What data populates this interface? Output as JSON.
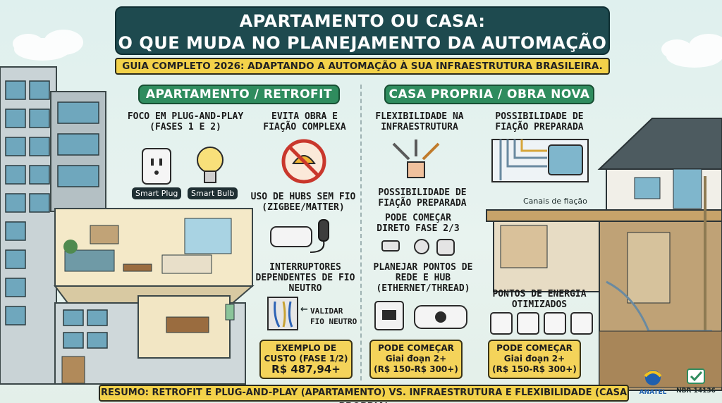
{
  "title_line1": "APARTAMENTO OU CASA:",
  "title_line2": "O QUE MUDA NO PLANEJAMENTO DA AUTOMAÇÃO",
  "subtitle": "GUIA COMPLETO 2026: ADAPTANDO A AUTOMAÇÃO À SUA INFRAESTRUTURA BRASILEIRA.",
  "left": {
    "banner": "APARTAMENTO / RETROFIT",
    "focus": "FOCO EM PLUG-AND-PLAY (FASES 1 E 2)",
    "smart_plug": "Smart Plug",
    "smart_bulb": "Smart Bulb",
    "avoid": "EVITA OBRA E FIAÇÃO COMPLEXA",
    "hubs": "USO DE HUBS SEM FIO (ZIGBEE/MATTER)",
    "switches": "INTERRUPTORES DEPENDENTES DE FIO NEUTRO",
    "validate": "VALIDAR FIO NEUTRO",
    "cost_label": "EXEMPLO DE CUSTO (FASE 1/2)",
    "cost_value": "R$ 487,94+"
  },
  "right": {
    "banner": "CASA PROPRIA / OBRA NOVA",
    "flex": "FLEXIBILIDADE NA INFRAESTRUTURA",
    "wiring_top": "POSSIBILIDADE DE FIAÇÃO PREPARADA",
    "channels": "Canais de fiação",
    "wiring_mid": "POSSIBILIDADE DE FIAÇÃO PREPARADA",
    "start_direct": "PODE COMEÇAR DIRETO FASE 2/3",
    "network": "PLANEJAR PONTOS DE REDE E HUB (ETHERNET/THREAD)",
    "energy": "PONTOS DE ENERGIA OTIMIZADOS",
    "cost1_line1": "PODE COMEÇAR",
    "cost1_line2": "Giai đoạn 2+",
    "cost1_line3": "(R$ 150-R$ 300+)",
    "cost2_line1": "PODE COMEÇAR",
    "cost2_line2": "Giai đoạn 2+",
    "cost2_line3": "(R$ 150-R$ 300+)"
  },
  "summary": "RESUMO: RETROFIT E PLUG-AND-PLAY (APARTAMENTO) VS. INFRAESTRUTURA E FLEXIBILIDADE (CASA PROPRIA)",
  "logos": {
    "anatel": "ANATEL",
    "nbr": "NBR 14136"
  },
  "colors": {
    "title_bg": "#1e4a4f",
    "banner_green": "#2f8c5e",
    "highlight_yellow": "#f3d24a"
  }
}
